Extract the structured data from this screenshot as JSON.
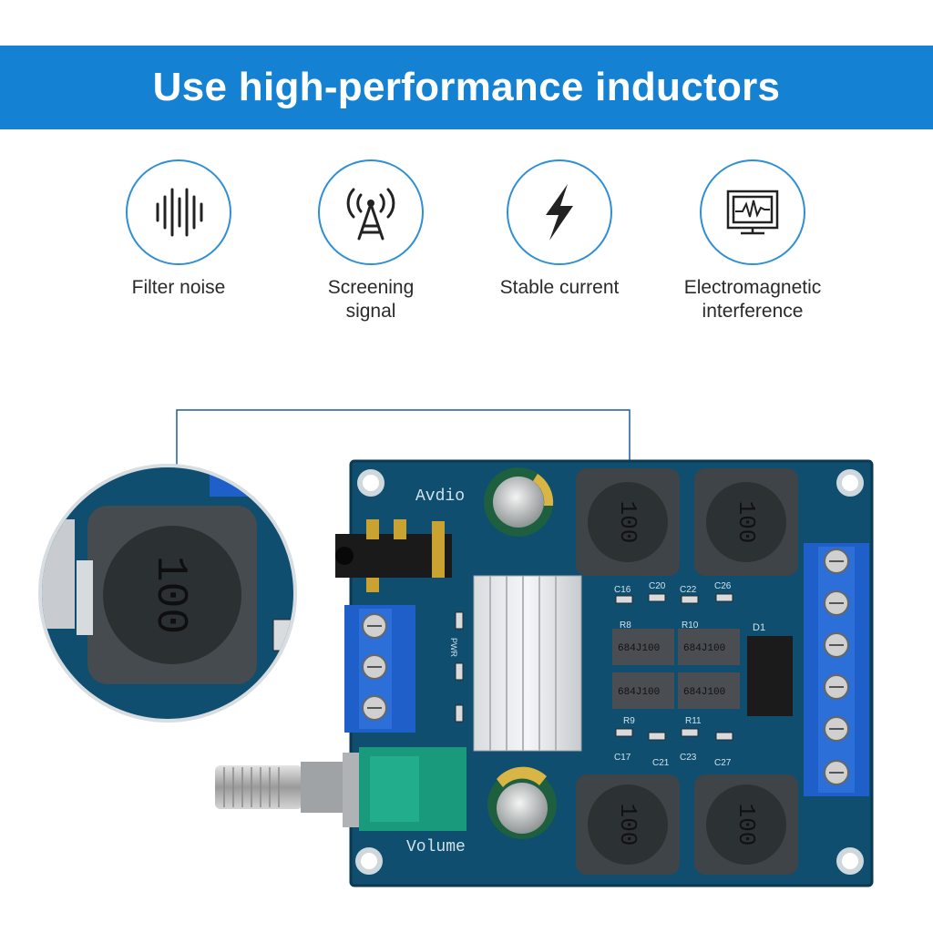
{
  "banner": {
    "title": "Use high-performance inductors",
    "color": "#1581d3"
  },
  "features": [
    {
      "icon": "sound-wave-icon",
      "label": "Filter noise"
    },
    {
      "icon": "signal-tower-icon",
      "label": "Screening signal"
    },
    {
      "icon": "lightning-bolt-icon",
      "label": "Stable current"
    },
    {
      "icon": "oscilloscope-monitor-icon",
      "label": "Electromagnetic interference"
    }
  ],
  "board": {
    "silkscreen_audio": "Avdio",
    "silkscreen_volume": "Volume",
    "inductor_marking": "100",
    "capacitor_marking": "684J100",
    "pwr_label": "PWR",
    "diode_label": "D1",
    "component_labels": [
      "C16",
      "C20",
      "C22",
      "C26",
      "R8",
      "R10",
      "R9",
      "R11",
      "C17",
      "C21",
      "C23",
      "C27"
    ]
  }
}
